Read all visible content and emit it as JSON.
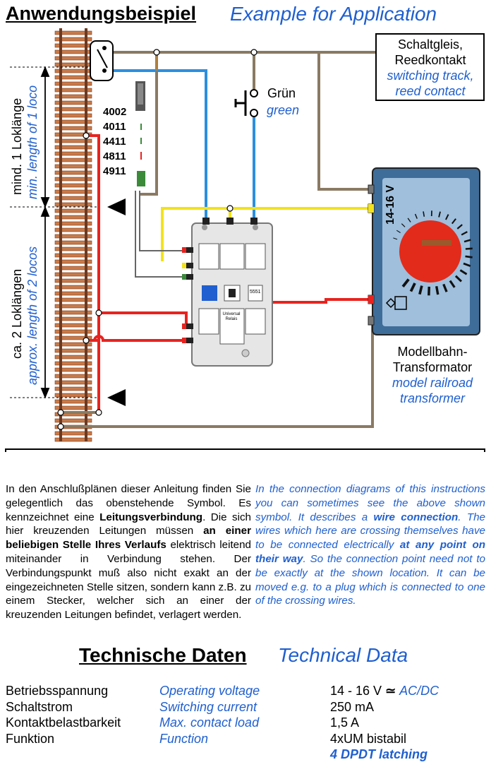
{
  "header": {
    "title_de": "Anwendungsbeispiel",
    "title_en": "Example for Application"
  },
  "diagram": {
    "switch_track_de": [
      "Schaltgleis,",
      "Reedkontakt"
    ],
    "switch_track_en": [
      "switching track,",
      "reed contact"
    ],
    "button_de": "Grün",
    "button_en": "green",
    "signal_models": [
      "4002",
      "4011",
      "4411",
      "4811",
      "4911"
    ],
    "loco_min_de": "mind. 1 Loklänge",
    "loco_min_en": "min. length of 1 loco",
    "loco_two_de": "ca. 2 Loklängen",
    "loco_two_en": "approx. length of 2 locos",
    "transformer_voltage": "14-16 V",
    "transformer_de": [
      "Modellbahn-",
      "Transformator"
    ],
    "transformer_en": [
      "model railroad",
      "transformer"
    ],
    "relay_text": [
      "Universal",
      "Relais"
    ],
    "relay_code": "5551"
  },
  "legend": {
    "text_de_parts": [
      "In den Anschlußplänen dieser Anleitung finden Sie gelegentlich das obenstehende Symbol. Es kennzeichnet eine ",
      "Leitungsverbindung",
      ". Die sich hier kreuzenden Leitungen müssen ",
      "an einer beliebigen Stelle Ihres Verlaufs",
      " elektrisch leitend miteinander in Verbindung stehen. Der Verbindungspunkt muß also nicht exakt an der eingezeichneten Stelle sitzen, sondern kann z.B. zu einem Stecker, welcher sich an einer der kreuzenden Leitungen befindet, verlagert werden."
    ],
    "text_en_parts": [
      "In the connection diagrams of this instructions you can sometimes see the above shown symbol. It describes a ",
      "wire connection",
      ". The wires which here are crossing themselves have to be connected electrically ",
      "at any point on their way",
      ". So the connection point need not to be exactly at the shown location. It can be moved e.g. to a plug which is connected to one of the crossing wires."
    ]
  },
  "tech": {
    "title_de": "Technische Daten",
    "title_en": "Technical Data",
    "rows": [
      {
        "de": "Betriebsspannung",
        "en": "Operating voltage",
        "val": "14 - 16 V",
        "val_extra": "AC/DC"
      },
      {
        "de": "Schaltstrom",
        "en": "Switching current",
        "val": "250 mA",
        "val_extra": ""
      },
      {
        "de": "Kontaktbelastbarkeit",
        "en": "Max. contact load",
        "val": "1,5 A",
        "val_extra": ""
      },
      {
        "de": "Funktion",
        "en": "Function",
        "val": "4xUM bistabil",
        "val_extra": ""
      }
    ],
    "function_en": "4 DPDT latching"
  },
  "colors": {
    "wire_red": "#e8231f",
    "wire_blue": "#2b8fe0",
    "wire_brown": "#8a7a62",
    "wire_yellow": "#f2e21a",
    "transformer": "#5c8bb8",
    "knob": "#e22b1a",
    "text_blue": "#1f5fcf"
  }
}
